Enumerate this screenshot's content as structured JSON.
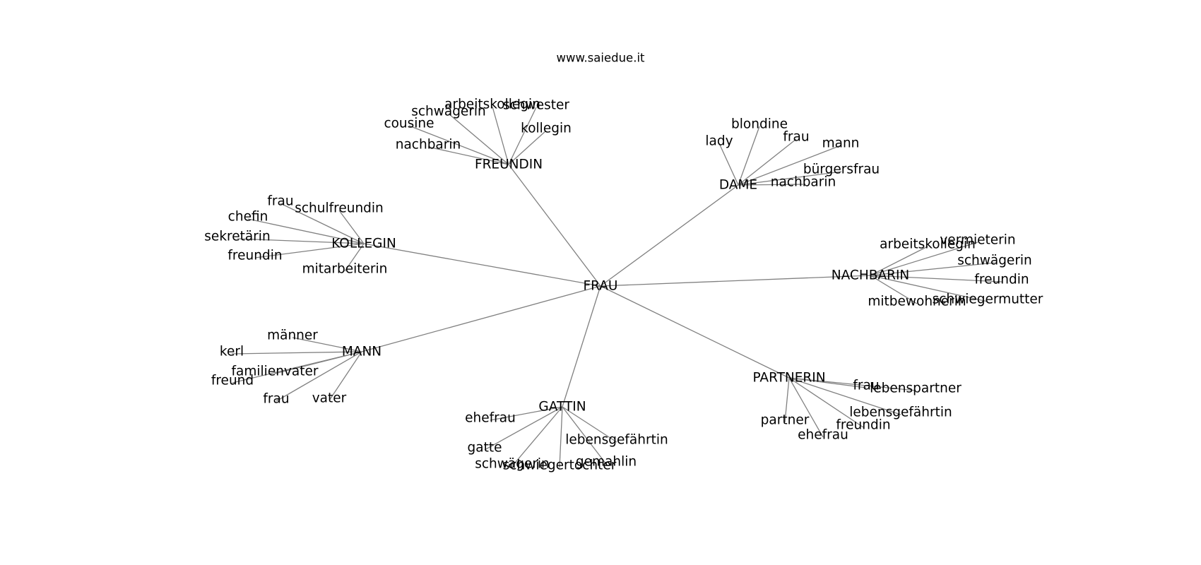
{
  "source_label": "www.saiedue.it",
  "graph": {
    "center": "FRAU",
    "clusters": [
      {
        "id": "FREUNDIN",
        "label": "FREUNDIN",
        "neighbors": [
          "arbeitskollegin",
          "schwester",
          "schwägerin",
          "cousine",
          "kollegin",
          "nachbarin"
        ]
      },
      {
        "id": "DAME",
        "label": "DAME",
        "neighbors": [
          "blondine",
          "lady",
          "frau",
          "mann",
          "bürgersfrau",
          "nachbarin"
        ]
      },
      {
        "id": "KOLLEGIN",
        "label": "KOLLEGIN",
        "neighbors": [
          "frau",
          "schulfreundin",
          "chefin",
          "sekretärin",
          "freundin",
          "mitarbeiterin"
        ]
      },
      {
        "id": "NACHBARIN",
        "label": "NACHBARIN",
        "neighbors": [
          "arbeitskollegin",
          "vermieterin",
          "schwägerin",
          "freundin",
          "mitbewohnerin",
          "schwiegermutter"
        ]
      },
      {
        "id": "MANN",
        "label": "MANN",
        "neighbors": [
          "männer",
          "kerl",
          "familienvater",
          "freund",
          "frau",
          "vater"
        ]
      },
      {
        "id": "PARTNERIN",
        "label": "PARTNERIN",
        "neighbors": [
          "frau",
          "lebenspartner",
          "lebensgefährtin",
          "partner",
          "freundin",
          "ehefrau"
        ]
      },
      {
        "id": "GATTIN",
        "label": "GATTIN",
        "neighbors": [
          "ehefrau",
          "lebensgefährtin",
          "gatte",
          "schwägerin",
          "schwiegertochter",
          "gemahlin"
        ]
      }
    ]
  }
}
